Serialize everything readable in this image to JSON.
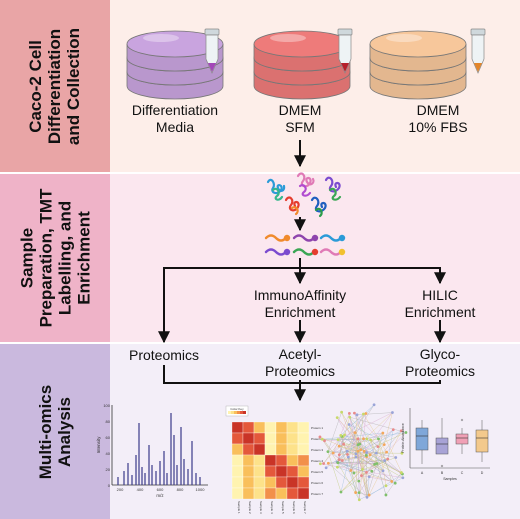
{
  "sections": [
    {
      "lines": [
        "Caco-2 Cell",
        "Differentiation",
        "and Collection"
      ],
      "color": "#e9a5a6",
      "bg": "#fdeee9"
    },
    {
      "lines": [
        "Sample",
        "Preparation, TMT",
        "Labelling, and",
        "Enrichment"
      ],
      "color": "#efb3c8",
      "bg": "#fbe7ef"
    },
    {
      "lines": [
        "Multi-omics",
        "Analysis"
      ],
      "color": "#cab9de",
      "bg": "#f3eef8"
    }
  ],
  "cultures": [
    {
      "lines": [
        "Differentiation",
        "Media"
      ],
      "color": "#c9a4df",
      "tube": "#a346b8"
    },
    {
      "lines": [
        "DMEM",
        "SFM"
      ],
      "color": "#ee7b7a",
      "tube": "#b51f2a"
    },
    {
      "lines": [
        "DMEM",
        "10% FBS"
      ],
      "color": "#f7c79b",
      "tube": "#e3852a"
    }
  ],
  "enrichment": {
    "immuno": [
      "ImmunoAffinity",
      "Enrichment"
    ],
    "hilic": [
      "HILIC",
      "Enrichment"
    ]
  },
  "omics": {
    "proteomics": [
      "Proteomics"
    ],
    "acetyl": [
      "Acetyl-",
      "Proteomics"
    ],
    "glyco": [
      "Glyco-",
      "Proteomics"
    ]
  },
  "plots": {
    "spectrum": {
      "ylabel": "Intensity",
      "xlabel": "m/z",
      "yticks": [
        "100",
        "80",
        "60",
        "40",
        "20",
        "0"
      ],
      "xticks": [
        "200",
        "400",
        "600",
        "800",
        "1000"
      ]
    },
    "heatmap": {
      "legend": "Color Key",
      "rows": [
        "Protein 1",
        "Protein 2",
        "Protein 3",
        "Protein 4",
        "Protein 5",
        "Protein 6",
        "Protein 7"
      ],
      "cols": [
        "Sample 1",
        "Sample 2",
        "Sample 3",
        "Sample 4",
        "Sample 5",
        "Sample 6",
        "Sample 7"
      ]
    },
    "boxplot": {
      "ylabel": "Protein Abundance",
      "xlabel": "Samples",
      "categories": [
        "A",
        "B",
        "C",
        "D"
      ],
      "colors": [
        "#7fa7d9",
        "#a8a3d6",
        "#f0a0b6",
        "#f3c98c"
      ]
    }
  }
}
